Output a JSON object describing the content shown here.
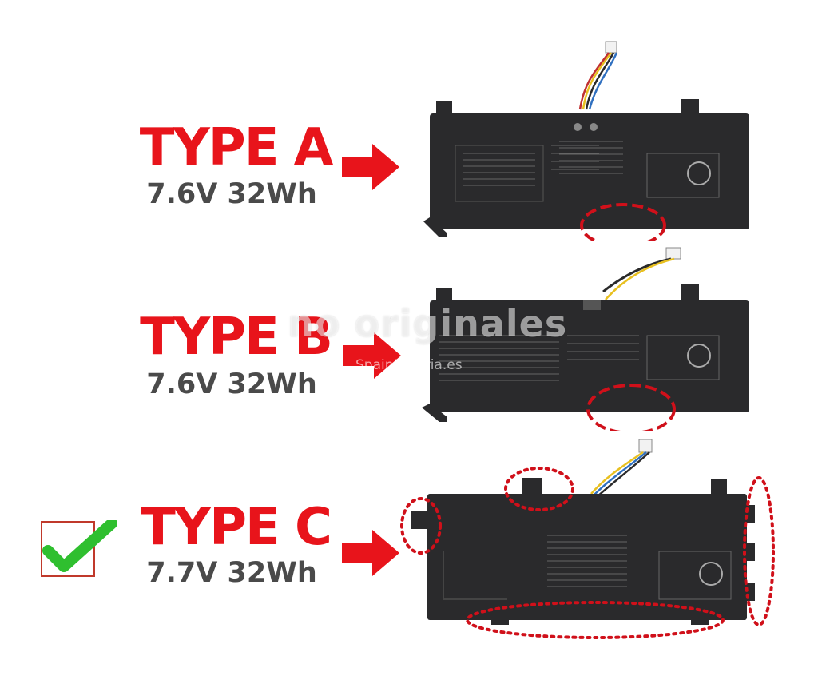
{
  "colors": {
    "title": "#e8141b",
    "spec": "#4a4a4a",
    "arrow": "#e8141b",
    "battery": "#2a2a2c",
    "check": "#2fbf2f"
  },
  "watermark": {
    "main": "no originales",
    "sub": "SpainBateria.es"
  },
  "types": [
    {
      "title": "TYPE A",
      "spec": "7.6V  32Wh"
    },
    {
      "title": "TYPE B",
      "spec": "7.6V  32Wh"
    },
    {
      "title": "TYPE C",
      "spec": "7.7V  32Wh"
    }
  ]
}
